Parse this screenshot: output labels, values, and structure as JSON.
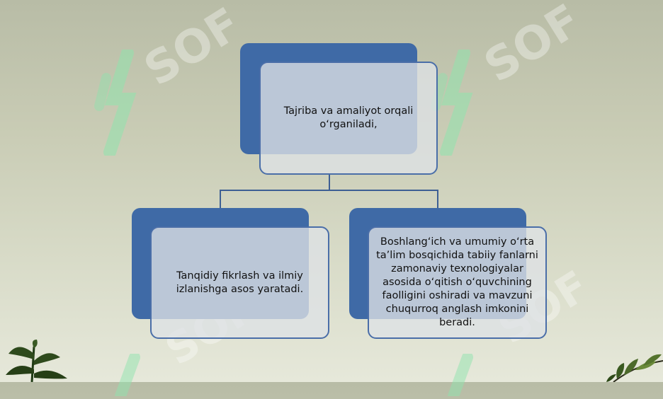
{
  "watermark": {
    "text": "SOF"
  },
  "diagram": {
    "root": {
      "text": "Tajriba va amaliyot orqali o‘rganiladi,"
    },
    "children": [
      {
        "text": "Tanqidiy fikrlash va ilmiy izlanishga asos yaratadi."
      },
      {
        "text": "Boshlang‘ich va umumiy o‘rta ta’lim bosqichida tabiiy fanlarni zamonaviy texnologiyalar asosida o‘qitish o‘quvchining faolligini oshiradi va mavzuni chuqurroq anglash imkonini beradi."
      }
    ]
  },
  "colors": {
    "box_back": "#3f6aa6",
    "box_border": "#4a6ea8",
    "connector": "#3d5f94",
    "watermark_green": "#7fd9a0"
  }
}
